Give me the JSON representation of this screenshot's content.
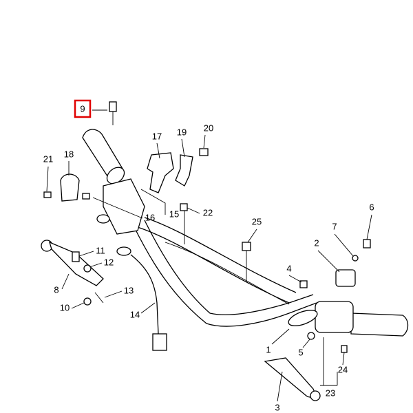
{
  "diagram": {
    "highlight_color": "#e00000",
    "highlighted_part": "9",
    "labels": {
      "p1": "1",
      "p2": "2",
      "p3": "3",
      "p4": "4",
      "p5": "5",
      "p6": "6",
      "p7": "7",
      "p8": "8",
      "p9": "9",
      "p10": "10",
      "p11": "11",
      "p12": "12",
      "p13": "13",
      "p14": "14",
      "p15": "15",
      "p16": "16",
      "p17": "17",
      "p18": "18",
      "p19": "19",
      "p20": "20",
      "p21": "21",
      "p22": "22",
      "p23": "23",
      "p24": "24",
      "p25": "25"
    }
  }
}
